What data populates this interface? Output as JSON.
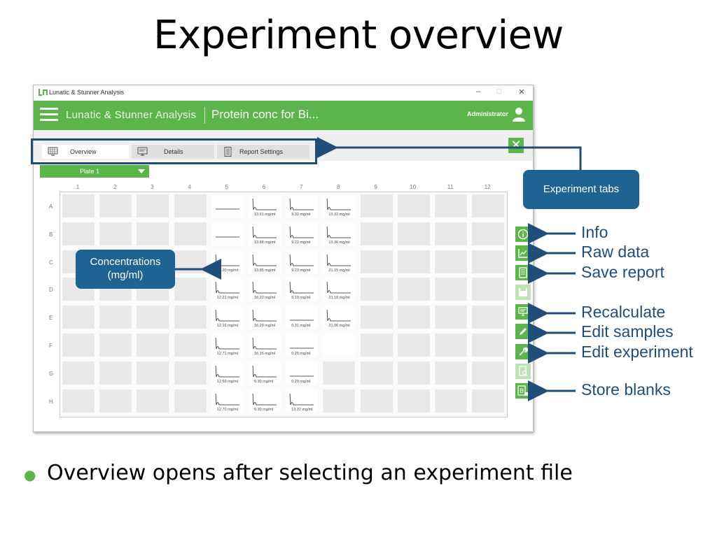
{
  "slide": {
    "title": "Experiment overview",
    "bullet": "Overview opens after selecting an experiment file"
  },
  "window": {
    "title": "Lunatic & Stunner Analysis",
    "controls": {
      "minimize": "–",
      "maximize": "□",
      "close": "✕"
    }
  },
  "appbar": {
    "app_name": "Lunatic & Stunner Analysis",
    "experiment_name": "Protein conc for Bi...",
    "user": "Administrator",
    "accent": "#5cb54a"
  },
  "tabs": [
    {
      "label": "Overview",
      "icon": "plate-overview-icon",
      "active": true
    },
    {
      "label": "Details",
      "icon": "details-monitor-icon",
      "active": false
    },
    {
      "label": "Report Settings",
      "icon": "report-document-icon",
      "active": false
    }
  ],
  "plate_selector": {
    "value": "Plate 1"
  },
  "plate": {
    "columns": [
      "1",
      "2",
      "3",
      "4",
      "5",
      "6",
      "7",
      "8",
      "9",
      "10",
      "11",
      "12"
    ],
    "rows": [
      "A",
      "B",
      "C",
      "D",
      "E",
      "F",
      "G",
      "H"
    ],
    "wells": {
      "A5": {
        "conc": "",
        "trace": "flat"
      },
      "A6": {
        "conc": "13.91 mg/ml",
        "trace": "peak"
      },
      "A7": {
        "conc": "9.32 mg/ml",
        "trace": "peak"
      },
      "A8": {
        "conc": "13.32 mg/ml",
        "trace": "peak"
      },
      "B5": {
        "conc": "",
        "trace": "flat"
      },
      "B6": {
        "conc": "13.88 mg/ml",
        "trace": "peak"
      },
      "B7": {
        "conc": "9.22 mg/ml",
        "trace": "peak"
      },
      "B8": {
        "conc": "13.36 mg/ml",
        "trace": "peak"
      },
      "C5": {
        "conc": "12.20 mg/ml",
        "trace": "peak"
      },
      "C6": {
        "conc": "13.85 mg/ml",
        "trace": "peak"
      },
      "C7": {
        "conc": "9.23 mg/ml",
        "trace": "peak"
      },
      "C8": {
        "conc": "21.15 mg/ml",
        "trace": "peak"
      },
      "D5": {
        "conc": "12.21 mg/ml",
        "trace": "peak"
      },
      "D6": {
        "conc": "16.22 mg/ml",
        "trace": "peak"
      },
      "D7": {
        "conc": "9.19 mg/ml",
        "trace": "peak"
      },
      "D8": {
        "conc": "21.18 mg/ml",
        "trace": "peak"
      },
      "E5": {
        "conc": "12.16 mg/ml",
        "trace": "peak"
      },
      "E6": {
        "conc": "16.20 mg/ml",
        "trace": "peak"
      },
      "E7": {
        "conc": "0.31 mg/ml",
        "trace": "flat"
      },
      "E8": {
        "conc": "21.06 mg/ml",
        "trace": "peak"
      },
      "F5": {
        "conc": "12.71 mg/ml",
        "trace": "peak"
      },
      "F6": {
        "conc": "16.16 mg/ml",
        "trace": "peak"
      },
      "F7": {
        "conc": "0.25 mg/ml",
        "trace": "flat"
      },
      "F8": {
        "conc": "",
        "trace": "none"
      },
      "G5": {
        "conc": "12.69 mg/ml",
        "trace": "peak"
      },
      "G6": {
        "conc": "9.30 mg/ml",
        "trace": "peak"
      },
      "G7": {
        "conc": "0.29 mg/ml",
        "trace": "flat"
      },
      "H5": {
        "conc": "12.70 mg/ml",
        "trace": "peak"
      },
      "H6": {
        "conc": "9.30 mg/ml",
        "trace": "peak"
      },
      "H7": {
        "conc": "13.22 mg/ml",
        "trace": "peak"
      }
    }
  },
  "toolbar": [
    {
      "name": "info",
      "icon": "info-icon",
      "label": "Info",
      "enabled": true
    },
    {
      "name": "raw-data",
      "icon": "chart-icon",
      "label": "Raw data",
      "enabled": true
    },
    {
      "name": "save-report",
      "icon": "report-icon",
      "label": "Save report",
      "enabled": true
    },
    {
      "name": "save",
      "icon": "floppy-icon",
      "label": "",
      "enabled": false
    },
    {
      "name": "recalculate",
      "icon": "monitor-icon",
      "label": "Recalculate",
      "enabled": true
    },
    {
      "name": "edit-samples",
      "icon": "pencil-icon",
      "label": "Edit samples",
      "enabled": true
    },
    {
      "name": "edit-experiment",
      "icon": "wrench-icon",
      "label": "Edit experiment",
      "enabled": true
    },
    {
      "name": "preview",
      "icon": "document-search-icon",
      "label": "",
      "enabled": false
    },
    {
      "name": "store-blanks",
      "icon": "blank-store-icon",
      "label": "Store blanks",
      "enabled": true
    }
  ],
  "callouts": {
    "experiment_tabs": "Experiment tabs",
    "concentrations_line1": "Concentrations",
    "concentrations_line2": "(mg/ml)",
    "color": "#1f6392"
  }
}
